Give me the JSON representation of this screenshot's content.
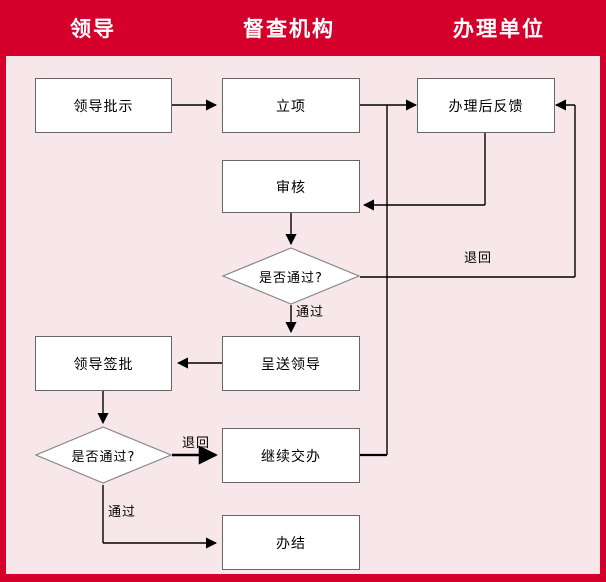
{
  "colors": {
    "accent_red": "#d4002b",
    "panel_background": "#f7e7ea",
    "node_fill": "#ffffff",
    "node_border": "#666666",
    "wire": "#000000",
    "header_text": "#ffffff"
  },
  "header": {
    "columns": [
      {
        "label": "领导"
      },
      {
        "label": "督查机构"
      },
      {
        "label": "办理单位"
      }
    ]
  },
  "diagram": {
    "type": "flowchart",
    "orientation": "top-to-bottom",
    "nodes": [
      {
        "id": "leader-instruction",
        "label": "领导批示",
        "shape": "rect",
        "lane": "领导"
      },
      {
        "id": "project-setup",
        "label": "立项",
        "shape": "rect",
        "lane": "督查机构"
      },
      {
        "id": "feedback",
        "label": "办理后反馈",
        "shape": "rect",
        "lane": "办理单位"
      },
      {
        "id": "review",
        "label": "审核",
        "shape": "rect",
        "lane": "督查机构"
      },
      {
        "id": "decision-review",
        "label": "是否通过?",
        "shape": "diamond",
        "lane": "督查机构"
      },
      {
        "id": "submit-to-leader",
        "label": "呈送领导",
        "shape": "rect",
        "lane": "督查机构"
      },
      {
        "id": "leader-approval",
        "label": "领导签批",
        "shape": "rect",
        "lane": "领导"
      },
      {
        "id": "decision-approval",
        "label": "是否通过?",
        "shape": "diamond",
        "lane": "领导"
      },
      {
        "id": "continue-assign",
        "label": "继续交办",
        "shape": "rect",
        "lane": "督查机构"
      },
      {
        "id": "close-case",
        "label": "办结",
        "shape": "rect",
        "lane": "督查机构"
      }
    ],
    "edge_labels": [
      {
        "id": "label-return-right",
        "text": "退回"
      },
      {
        "id": "label-pass-review",
        "text": "通过"
      },
      {
        "id": "label-return-bottom",
        "text": "退回"
      },
      {
        "id": "label-pass-final",
        "text": "通过"
      }
    ],
    "edges": [
      {
        "from": "leader-instruction",
        "to": "project-setup",
        "label": ""
      },
      {
        "from": "project-setup",
        "to": "feedback",
        "label": ""
      },
      {
        "from": "feedback",
        "to": "review",
        "label": ""
      },
      {
        "from": "review",
        "to": "decision-review",
        "label": ""
      },
      {
        "from": "decision-review",
        "to": "feedback",
        "label": "退回"
      },
      {
        "from": "decision-review",
        "to": "submit-to-leader",
        "label": "通过"
      },
      {
        "from": "submit-to-leader",
        "to": "leader-approval",
        "label": ""
      },
      {
        "from": "leader-approval",
        "to": "decision-approval",
        "label": ""
      },
      {
        "from": "decision-approval",
        "to": "continue-assign",
        "label": "退回"
      },
      {
        "from": "decision-approval",
        "to": "close-case",
        "label": "通过"
      },
      {
        "from": "continue-assign",
        "to": "project-setup",
        "label": ""
      }
    ]
  }
}
